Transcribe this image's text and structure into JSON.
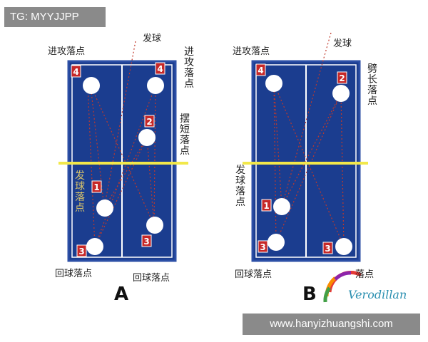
{
  "watermark": {
    "text": "TG: MYYJJPP"
  },
  "website": {
    "text": "www.hanyizhuangshi.com"
  },
  "brand": {
    "text": "Verodillan"
  },
  "colors": {
    "table": "#1b3d8f",
    "table_edge": "#2c4fa6",
    "line": "#ffffff",
    "net": "#f2e84a",
    "trace": "#c0392b",
    "badge": "#c62828",
    "ball": "#ffffff"
  },
  "panel_a": {
    "letter": "A",
    "top_left": "进攻落点",
    "serve": "发球",
    "right_attack": "进攻落点",
    "right_short": "摆短落点",
    "left_serve": "发球落点",
    "bottom_left": "回球落点",
    "bottom_right": "回球落点",
    "markers": [
      "4",
      "4",
      "2",
      "1",
      "3",
      "3"
    ]
  },
  "panel_b": {
    "letter": "B",
    "top_left": "进攻落点",
    "serve": "发球",
    "right_long": "劈长落点",
    "left_serve": "发球落点",
    "bottom_left": "回球落点",
    "bottom_right": "落点",
    "markers": [
      "4",
      "2",
      "1",
      "3",
      "3"
    ]
  }
}
